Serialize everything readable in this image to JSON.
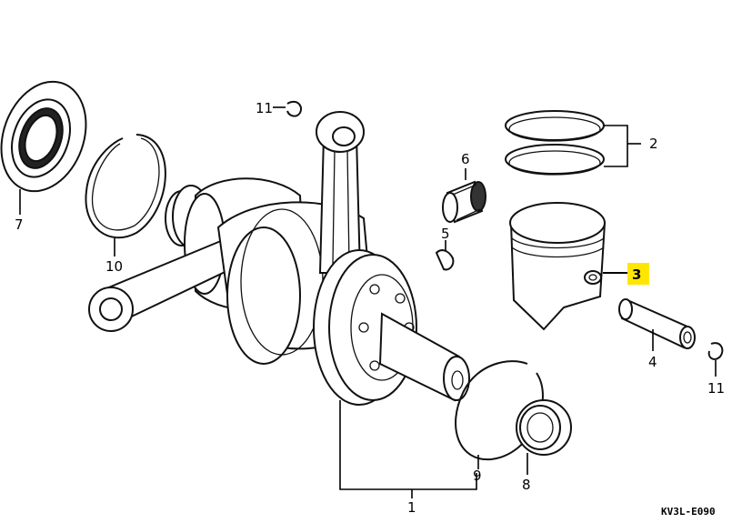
{
  "diagram": {
    "code": "KV3L-E090",
    "highlight_color": "#ffe600",
    "labels": {
      "crankshaft": "1",
      "ring_set": "2",
      "piston": "3",
      "piston_pin": "4",
      "key": "5",
      "needle_bearing": "6",
      "oil_seal": "7",
      "oil_seal_right": "8",
      "circlip_large": "9",
      "circlip_left": "10",
      "pin_clip_top": "11",
      "pin_clip_right": "11"
    }
  }
}
